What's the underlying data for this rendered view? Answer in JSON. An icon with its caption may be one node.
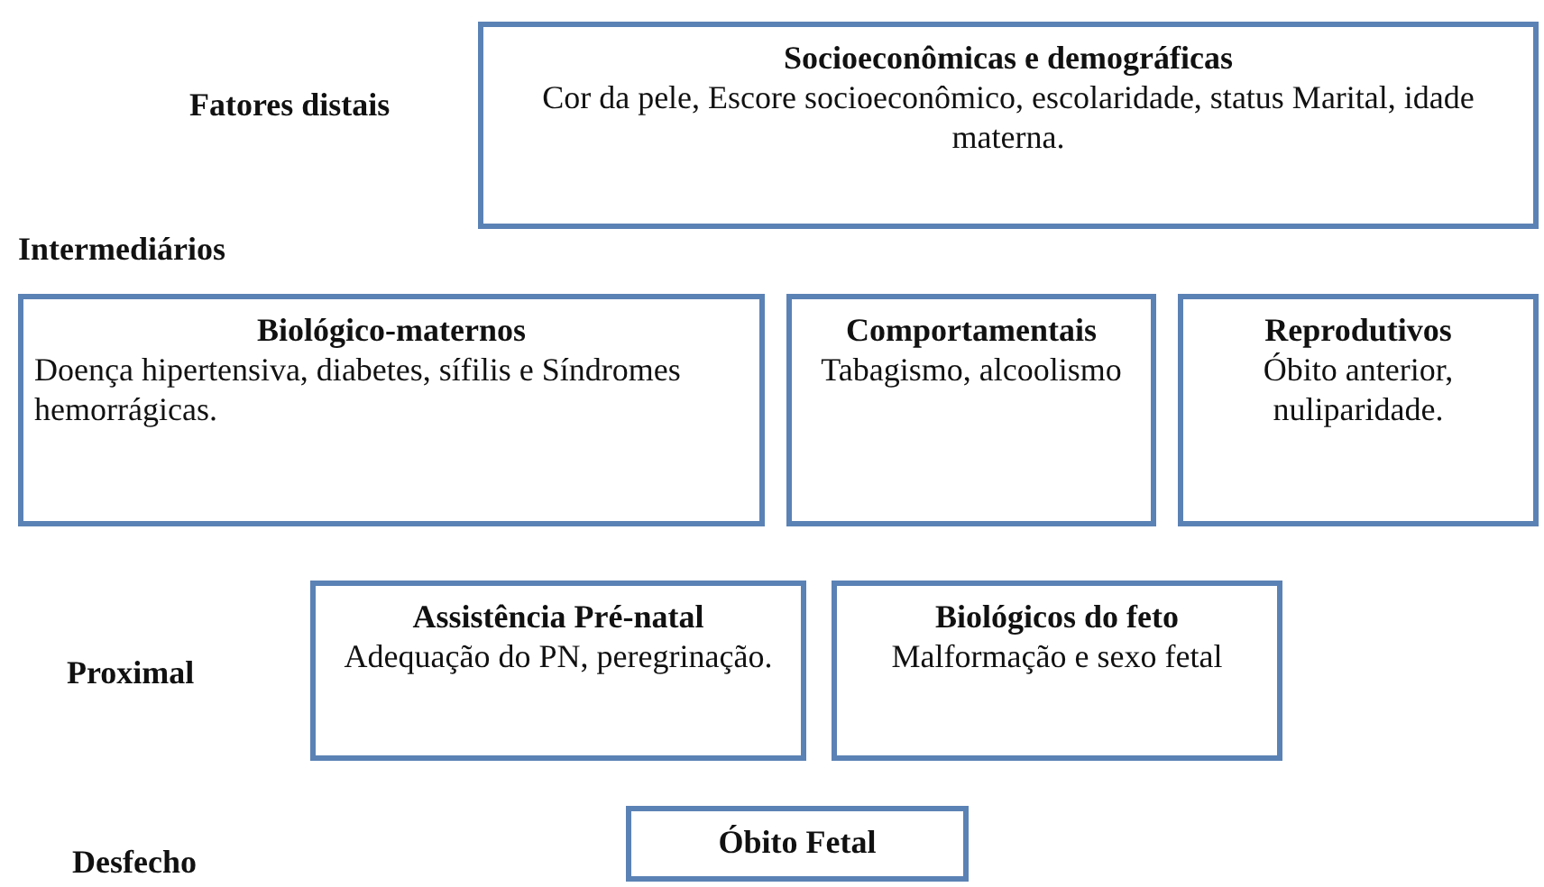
{
  "diagram": {
    "nodes": [
      {
        "text": [
          "Socioeconômicas e demográficas",
          "Cor da pele, Escore socioeconômico, escolaridade, status Marital, idade materna."
        ]
      },
      {
        "text": [
          "Biológico-maternos",
          "Doença hipertensiva, diabetes, sífilis e Síndromes hemorrágicas."
        ]
      },
      {
        "text": [
          "Comportamentais",
          "Tabagismo, alcoolismo"
        ]
      },
      {
        "text": [
          "Reprodutivos",
          "Óbito anterior, nuliparidade."
        ]
      },
      {
        "text": [
          "Assistência Pré-natal",
          "Adequação do PN, peregrinação."
        ]
      },
      {
        "text": [
          "Biológicos do feto",
          "Malformação e sexo fetal"
        ]
      },
      {
        "text": [
          "Óbito Fetal"
        ]
      }
    ],
    "edges": [],
    "labels": [
      "Fatores distais",
      "Intermediários",
      "Proximal",
      "Desfecho"
    ]
  }
}
